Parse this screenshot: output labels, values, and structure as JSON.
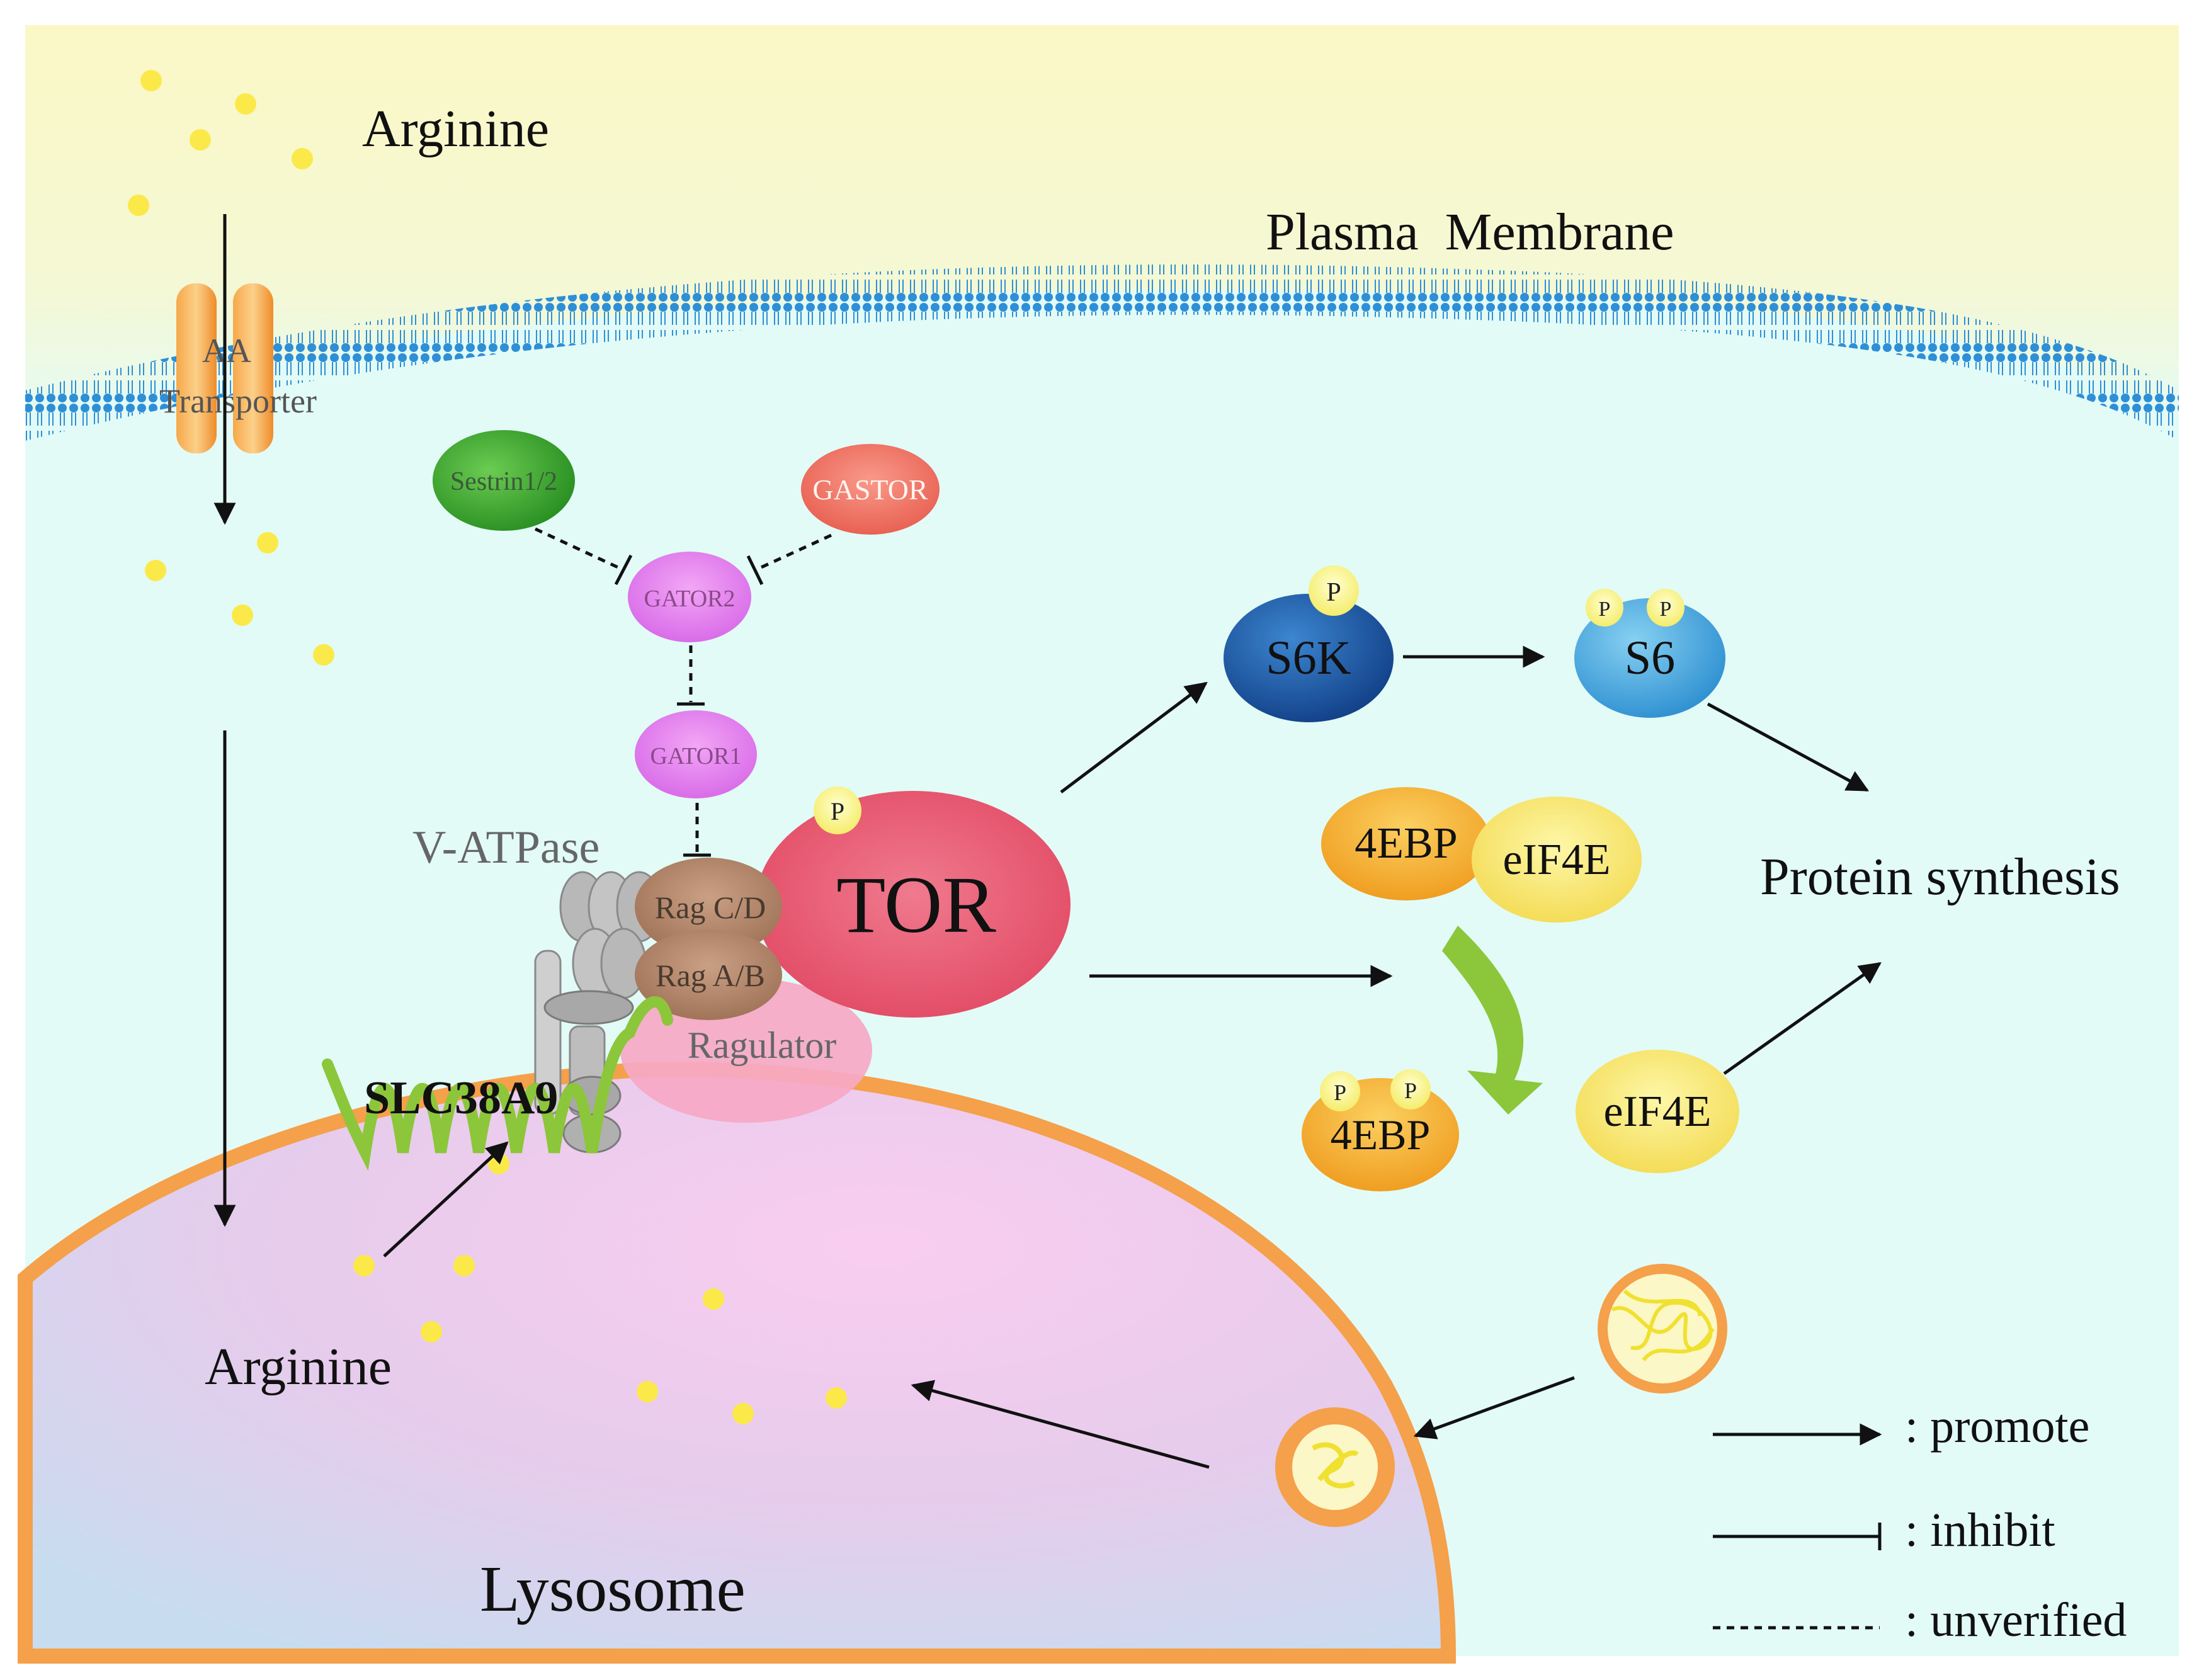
{
  "labels": {
    "arginine_outside": "Arginine",
    "plasma_membrane": "Plasma  Membrane",
    "aa_transporter_line1": "AA",
    "aa_transporter_line2": "Transporter",
    "sestrin": "Sestrin1/2",
    "gastor": "GASTOR",
    "gator2": "GATOR2",
    "gator1": "GATOR1",
    "v_atpase": "V-ATPase",
    "rag_cd": "Rag C/D",
    "rag_ab": "Rag A/B",
    "ragulator": "Ragulator",
    "tor": "TOR",
    "slc38a9": "SLC38A9",
    "arginine_lysosome": "Arginine",
    "lysosome": "Lysosome",
    "s6k": "S6K",
    "s6": "S6",
    "four_ebp": "4EBP",
    "eif4e_bound": "eIF4E",
    "four_ebp_phos": "4EBP",
    "eif4e_free": "eIF4E",
    "protein_synthesis": "Protein synthesis",
    "phospho": "P"
  },
  "legend": {
    "promote": ": promote",
    "inhibit": ": inhibit",
    "unverified": ": unverified"
  },
  "colors": {
    "background_top": "#fbf8c8",
    "cytoplasm": "#e3fbf7",
    "membrane": "#2e8fd6",
    "lysosome_outline": "#f5a04a",
    "arginine_dot": "#fbe94a",
    "tor": "#e8566f",
    "s6k": "#1f5fa8",
    "s6": "#4aa8dd",
    "four_ebp": "#f0a020",
    "eif4e": "#f5e060",
    "green_arrow": "#8cc63a"
  }
}
